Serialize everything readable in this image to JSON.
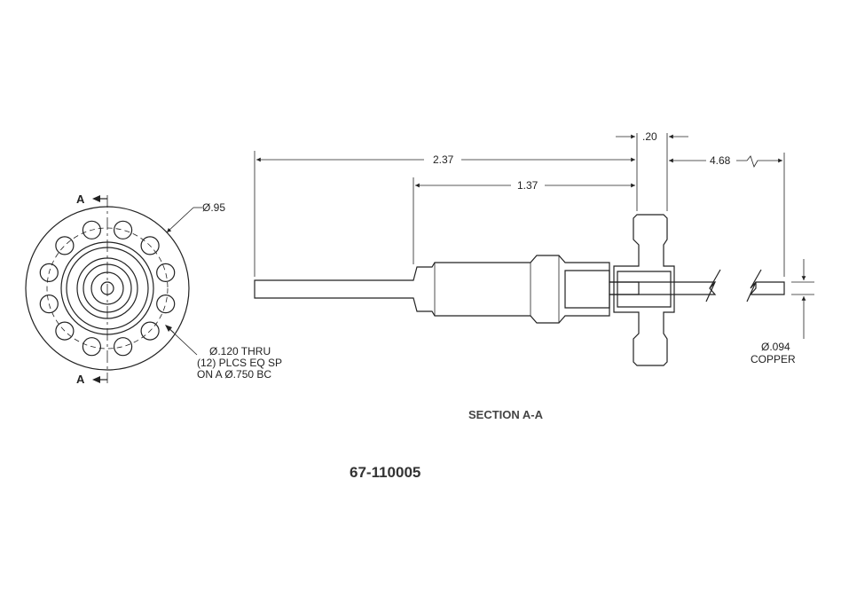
{
  "drawing": {
    "part_number": "67-110005",
    "section_title": "SECTION A-A",
    "section_marker": "A",
    "end_view": {
      "diameter_label": "Ø.95",
      "holes_note": [
        "Ø.120 THRU",
        "(12) PLCS EQ SP",
        "ON A  Ø.750 BC"
      ],
      "hole_count": 12
    },
    "dimensions": {
      "d_237": "2.37",
      "d_137": "1.37",
      "d_020": ".20",
      "d_468": "4.68"
    },
    "wire_note": [
      "Ø.094",
      "COPPER"
    ]
  }
}
